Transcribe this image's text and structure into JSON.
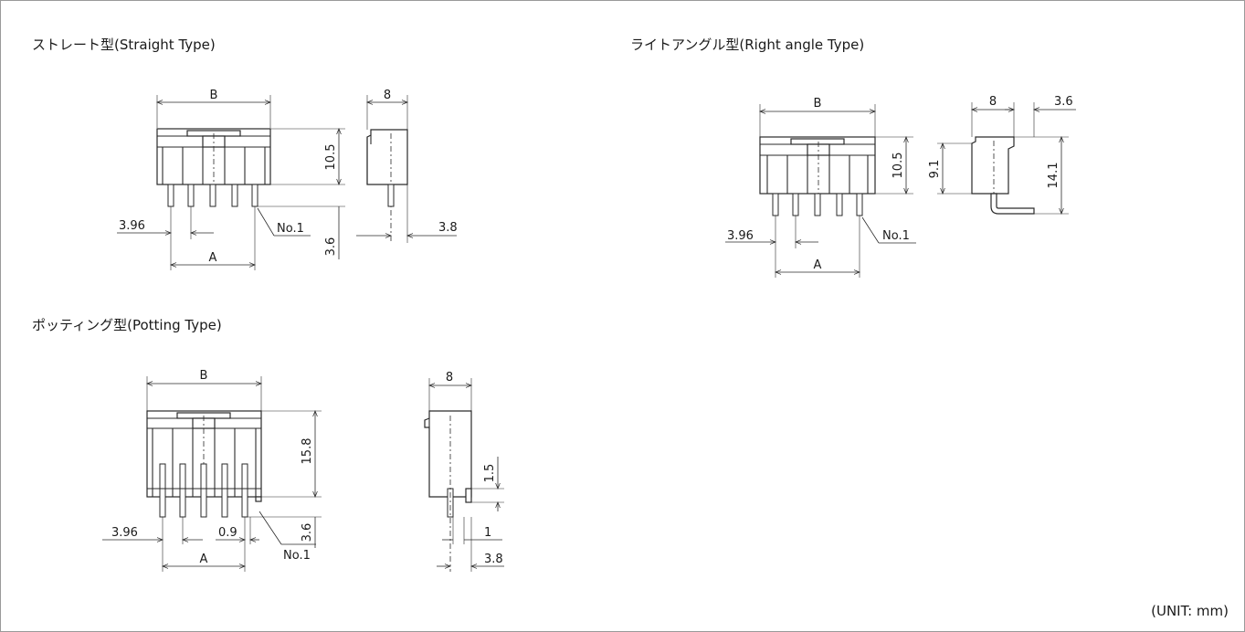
{
  "titles": {
    "straight": "ストレート型(Straight Type)",
    "right_angle": "ライトアングル型(Right angle Type)",
    "potting": "ポッティング型(Potting Type)"
  },
  "unit": "(UNIT: mm)",
  "straight_front": {
    "b": "B",
    "a": "A",
    "pitch": "3.96",
    "height": "10.5",
    "pin_len": "3.6",
    "no1": "No.1"
  },
  "straight_side": {
    "width": "8",
    "offset": "3.8"
  },
  "right_front": {
    "b": "B",
    "a": "A",
    "pitch": "3.96",
    "height": "10.5",
    "no1": "No.1"
  },
  "right_side": {
    "width": "8",
    "offset": "3.6",
    "body_h": "9.1",
    "total_h": "14.1"
  },
  "potting_front": {
    "b": "B",
    "a": "A",
    "pitch": "3.96",
    "pin_w": "0.9",
    "height": "15.8",
    "pin_len": "3.6",
    "no1": "No.1"
  },
  "potting_side": {
    "width": "8",
    "stand": "1.5",
    "pin_t": "1",
    "offset": "3.8"
  }
}
